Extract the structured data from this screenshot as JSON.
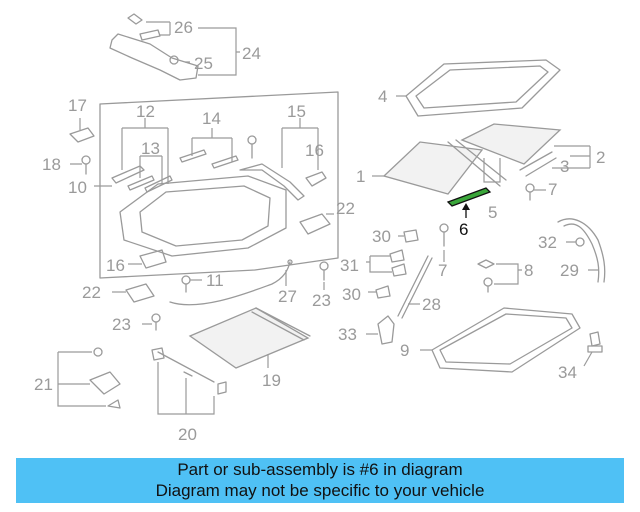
{
  "colors": {
    "banner_bg": "#4fc1f5",
    "part_line": "#9a9a9a",
    "highlight_part": "#3aa63a",
    "highlight_text": "#111111"
  },
  "diagram": {
    "callouts": {
      "c1": "1",
      "c2": "2",
      "c3": "3",
      "c4": "4",
      "c5": "5",
      "c6": "6",
      "c7a": "7",
      "c7b": "7",
      "c8": "8",
      "c9": "9",
      "c10": "10",
      "c11": "11",
      "c12": "12",
      "c13": "13",
      "c14": "14",
      "c15": "15",
      "c16a": "16",
      "c16b": "16",
      "c17": "17",
      "c18": "18",
      "c19": "19",
      "c20": "20",
      "c21": "21",
      "c22a": "22",
      "c22b": "22",
      "c23a": "23",
      "c23b": "23",
      "c24": "24",
      "c25": "25",
      "c26": "26",
      "c27": "27",
      "c28": "28",
      "c29": "29",
      "c30a": "30",
      "c30b": "30",
      "c31": "31",
      "c32": "32",
      "c33": "33",
      "c34": "34"
    },
    "highlighted_part": "6"
  },
  "banner": {
    "line1": "Part or sub-assembly is #6 in diagram",
    "line2": "Diagram may not be specific to your vehicle"
  }
}
